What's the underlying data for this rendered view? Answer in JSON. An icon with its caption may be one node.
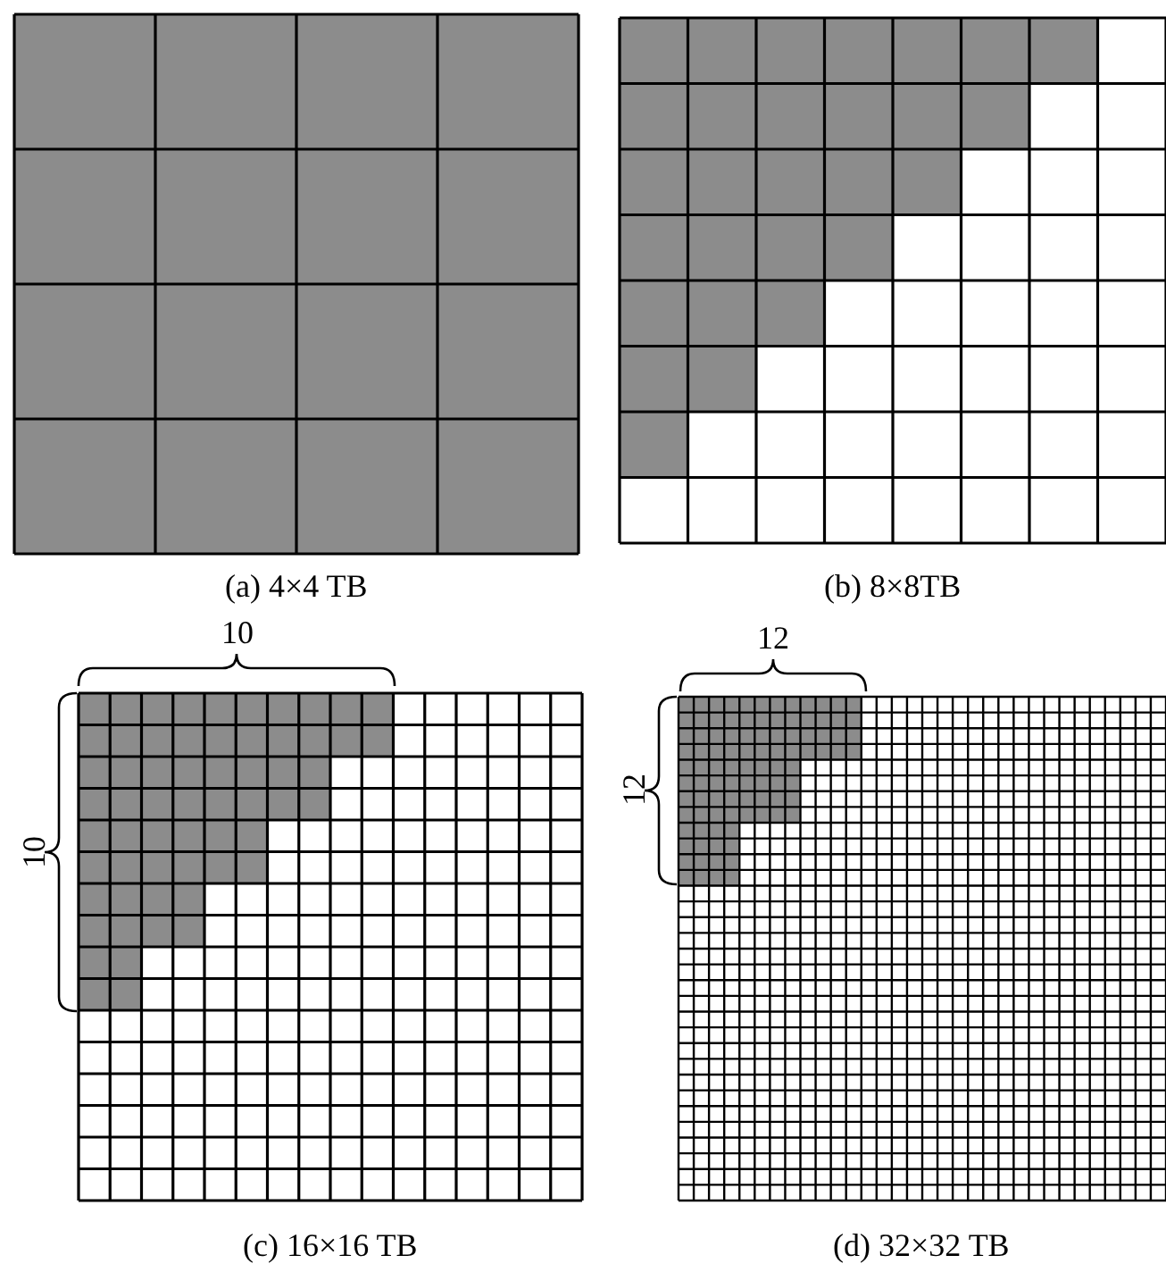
{
  "diagram": {
    "labels": [
      "(a) 4×4 TB",
      "(b) 8×8TB",
      "10",
      "12",
      "10",
      "12",
      "(c) 16×16 TB",
      "(d) 32×32 TB"
    ]
  }
}
